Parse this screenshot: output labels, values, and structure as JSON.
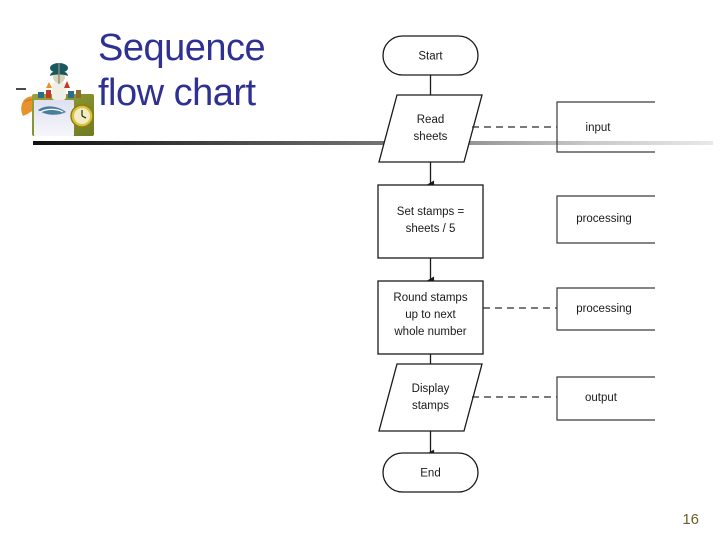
{
  "slide": {
    "title": "Sequence\nflow chart",
    "title_color": "#2e3192",
    "page_number": "16",
    "page_number_color": "#6b6126",
    "background_color": "#ffffff"
  },
  "decoration": {
    "clipart_name": "office-desk-clipart",
    "divider_name": "title-underline-gradient"
  },
  "chart_data": {
    "type": "diagram",
    "title": "Sequence flow chart",
    "orientation": "vertical",
    "nodes": [
      {
        "id": "start",
        "label": "Start",
        "shape": "terminator",
        "annotation": null
      },
      {
        "id": "read",
        "label": "Read\nsheets",
        "shape": "parallelogram",
        "annotation": "input"
      },
      {
        "id": "set",
        "label": "Set stamps =\nsheets / 5",
        "shape": "process",
        "annotation": "processing"
      },
      {
        "id": "round",
        "label": "Round stamps\nup to next\nwhole number",
        "shape": "process",
        "annotation": "processing"
      },
      {
        "id": "display",
        "label": "Display\nstamps",
        "shape": "parallelogram",
        "annotation": "output"
      },
      {
        "id": "end",
        "label": "End",
        "shape": "terminator",
        "annotation": null
      }
    ],
    "edges": [
      {
        "from": "start",
        "to": "read",
        "style": "arrow"
      },
      {
        "from": "read",
        "to": "set",
        "style": "arrow"
      },
      {
        "from": "set",
        "to": "round",
        "style": "arrow"
      },
      {
        "from": "round",
        "to": "display",
        "style": "arrow"
      },
      {
        "from": "display",
        "to": "end",
        "style": "arrow"
      }
    ],
    "annotations": [
      {
        "id": "ann-input",
        "label": "input",
        "attached_to": "read",
        "connector": "dashed"
      },
      {
        "id": "ann-processing-1",
        "label": "processing",
        "attached_to": "set",
        "connector": "dashed"
      },
      {
        "id": "ann-processing-2",
        "label": "processing",
        "attached_to": "round",
        "connector": "dashed"
      },
      {
        "id": "ann-output",
        "label": "output",
        "attached_to": "display",
        "connector": "dashed"
      }
    ]
  },
  "nodes": {
    "start": "Start",
    "read_line1": "Read",
    "read_line2": "sheets",
    "set_line1": "Set stamps =",
    "set_line2": "sheets / 5",
    "round_line1": "Round stamps",
    "round_line2": "up to next",
    "round_line3": "whole number",
    "display_line1": "Display",
    "display_line2": "stamps",
    "end": "End"
  },
  "annotations": {
    "input": "input",
    "processing_1": "processing",
    "processing_2": "processing",
    "output": "output"
  }
}
